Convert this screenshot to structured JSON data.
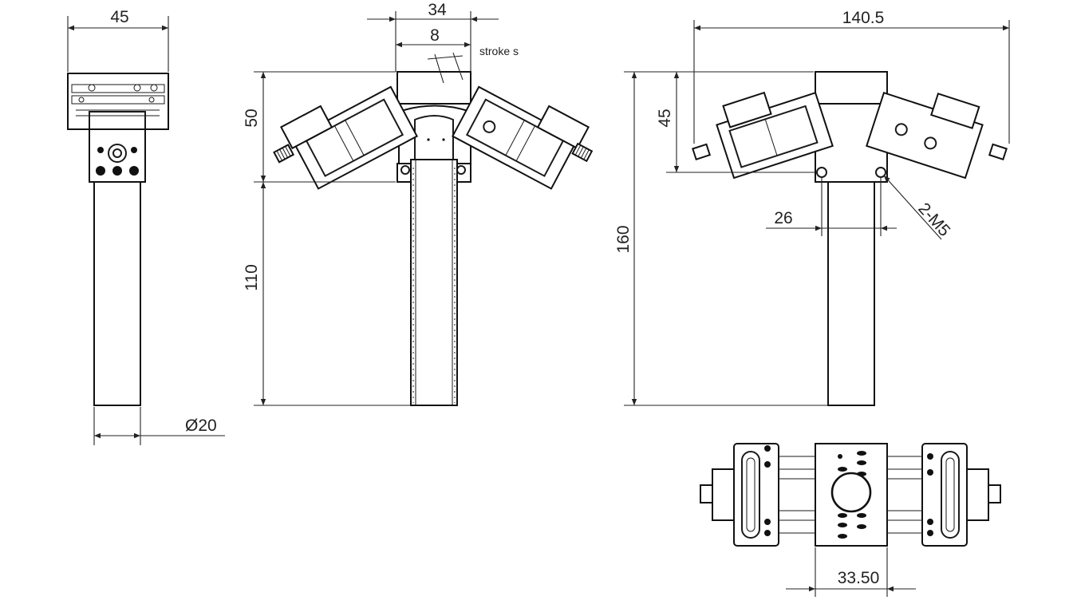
{
  "dimensions": {
    "side_width": "45",
    "tube_diameter": "Ø20",
    "body_width": "34",
    "stroke_value": "8",
    "stroke_label": "stroke s",
    "head_height": "50",
    "tube_length": "110",
    "total_span": "140.5",
    "jaw_height": "45",
    "total_height": "160",
    "hole_spacing": "26",
    "thread_label": "2-M5",
    "base_width": "33.50"
  },
  "colors": {
    "line": "#1a1a1a",
    "background": "#ffffff"
  }
}
